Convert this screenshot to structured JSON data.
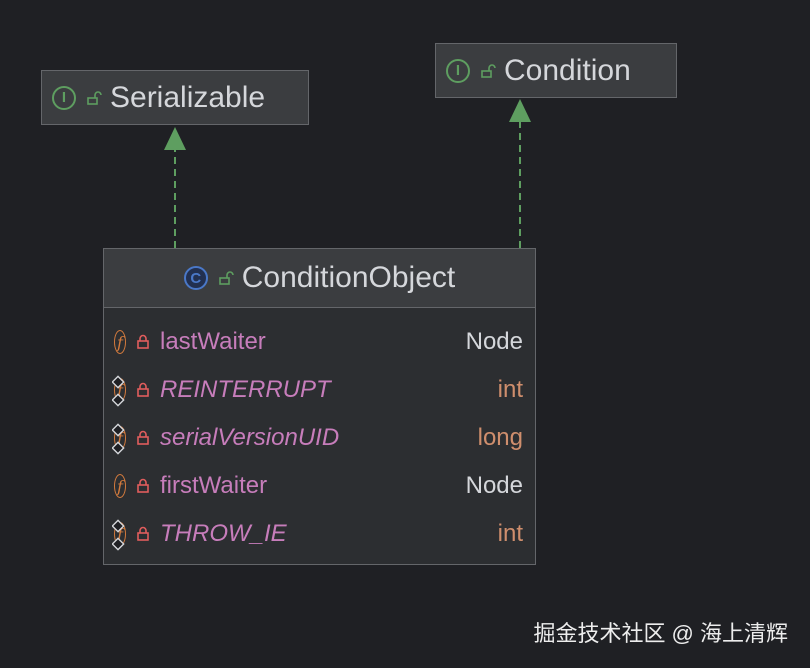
{
  "diagram": {
    "interfaces": [
      {
        "name": "Serializable",
        "icon": "interface-icon"
      },
      {
        "name": "Condition",
        "icon": "interface-icon"
      }
    ],
    "class": {
      "name": "ConditionObject",
      "icon": "class-icon",
      "fields": [
        {
          "name": "lastWaiter",
          "type": "Node",
          "static": false,
          "visibility": "private"
        },
        {
          "name": "REINTERRUPT",
          "type": "int",
          "static": true,
          "visibility": "private"
        },
        {
          "name": "serialVersionUID",
          "type": "long",
          "static": true,
          "visibility": "private"
        },
        {
          "name": "firstWaiter",
          "type": "Node",
          "static": false,
          "visibility": "private"
        },
        {
          "name": "THROW_IE",
          "type": "int",
          "static": true,
          "visibility": "private"
        }
      ]
    },
    "relations": [
      {
        "from": "ConditionObject",
        "to": "Serializable",
        "kind": "implements"
      },
      {
        "from": "ConditionObject",
        "to": "Condition",
        "kind": "implements"
      }
    ]
  },
  "icons": {
    "interface": "I",
    "class": "C",
    "field": "f"
  },
  "watermark": "掘金技术社区 @ 海上清辉",
  "colors": {
    "background": "#1f2024",
    "arrow": "#5e9e60",
    "field_name": "#c77dbb",
    "primitive_type": "#cf8e6d",
    "lock": "#e05d5d"
  }
}
